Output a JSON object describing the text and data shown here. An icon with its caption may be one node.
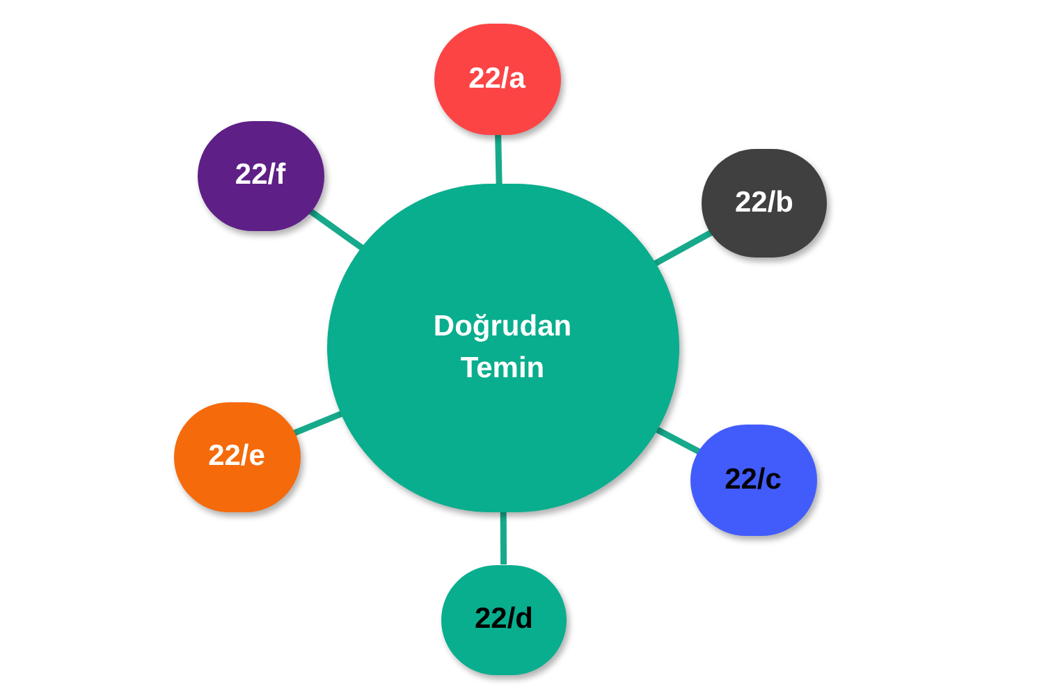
{
  "diagram": {
    "nodes": [
      {
        "text": [
          "Doğrudan Temin"
        ]
      },
      {
        "text": [
          "22/a"
        ]
      },
      {
        "text": [
          "22/b"
        ]
      },
      {
        "text": [
          "22/c"
        ]
      },
      {
        "text": [
          "22/d"
        ]
      },
      {
        "text": [
          "22/e"
        ]
      },
      {
        "text": [
          "22/f"
        ]
      }
    ],
    "edges": [
      {
        "from": 0,
        "to": 1,
        "arrow": "none"
      },
      {
        "from": 0,
        "to": 2,
        "arrow": "none"
      },
      {
        "from": 0,
        "to": 3,
        "arrow": "none"
      },
      {
        "from": 0,
        "to": 4,
        "arrow": "none"
      },
      {
        "from": 0,
        "to": 5,
        "arrow": "none"
      },
      {
        "from": 0,
        "to": 6,
        "arrow": "none"
      }
    ]
  }
}
